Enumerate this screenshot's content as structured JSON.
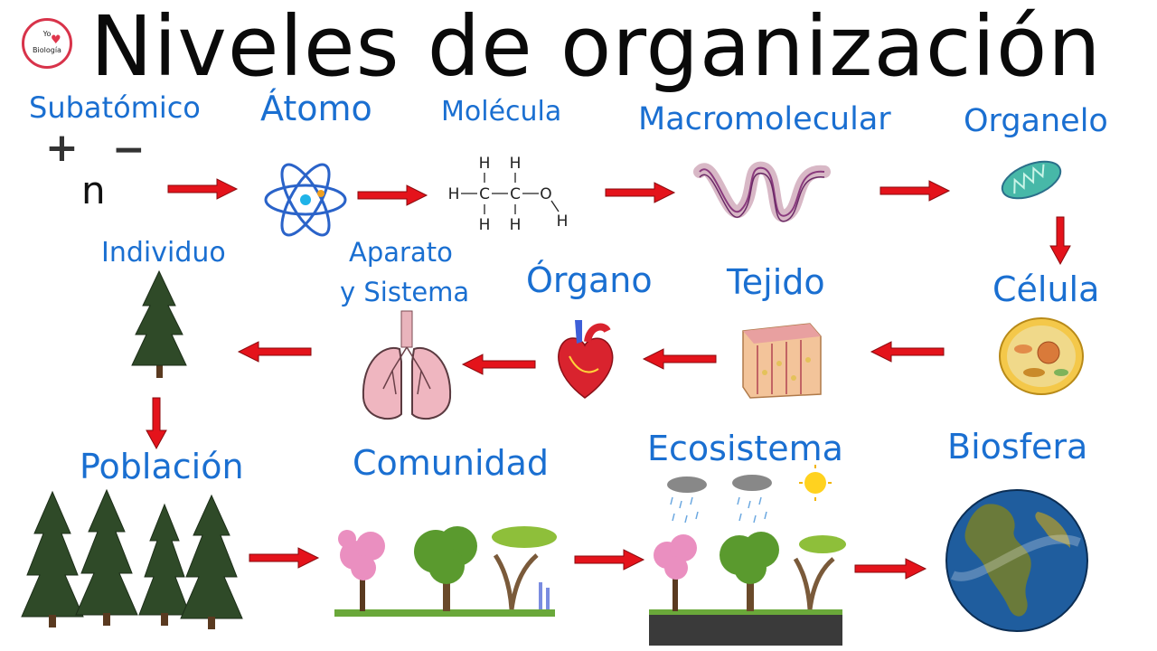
{
  "title": "Niveles de organización",
  "logo": {
    "line1": "Yo",
    "line2": "Biología"
  },
  "levels": {
    "subatomico": "Subatómico",
    "atomo": "Átomo",
    "molecula": "Molécula",
    "macromolecular": "Macromolecular",
    "organelo": "Organelo",
    "celula": "Célula",
    "tejido": "Tejido",
    "organo": "Órgano",
    "aparato_1": "Aparato",
    "aparato_2": "y Sistema",
    "individuo": "Individuo",
    "poblacion": "Población",
    "comunidad": "Comunidad",
    "ecosistema": "Ecosistema",
    "biosfera": "Biosfera"
  },
  "subatomic_symbols": {
    "plus": "+",
    "minus": "−",
    "neutron": "n"
  },
  "molecule_atoms": {
    "h": "H",
    "c": "C",
    "o": "O"
  },
  "colors": {
    "label": "#1a6fd1",
    "arrow": "#e4131b",
    "title": "#0a0a0a"
  }
}
